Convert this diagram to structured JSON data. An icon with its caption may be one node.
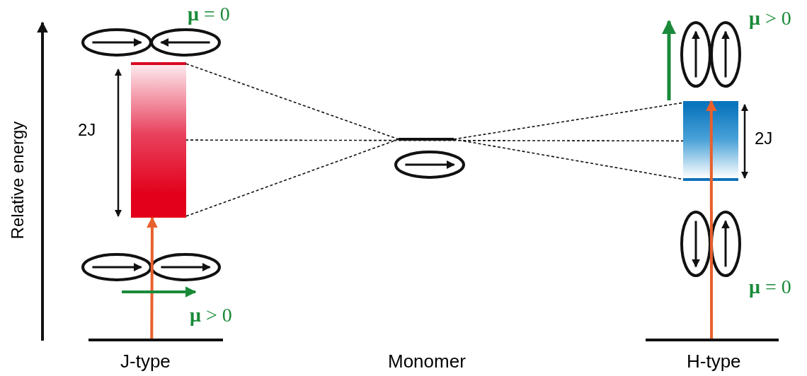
{
  "diagram": {
    "nodes": [
      {
        "text": [],
        "shape": "bar"
      },
      {
        "text": [],
        "shape": "bar"
      },
      {
        "text": [],
        "shape": "bar"
      },
      {
        "text": [],
        "shape": "bar"
      },
      {
        "text": [],
        "shape": "bar"
      }
    ],
    "edges": [
      {
        "from": 0,
        "to": 1,
        "arrow": "to",
        "style": "thick",
        "color": "#e8602c"
      },
      {
        "from": 1,
        "to": 2,
        "arrow": "none",
        "style": "dashed"
      },
      {
        "from": 1,
        "to": 2,
        "arrow": "none",
        "style": "dashed"
      },
      {
        "from": 2,
        "to": 3,
        "arrow": "none",
        "style": "dashed"
      },
      {
        "from": 2,
        "to": 3,
        "arrow": "none",
        "style": "dashed"
      },
      {
        "from": 1,
        "to": 3,
        "arrow": "none",
        "style": "dashed"
      },
      {
        "from": 4,
        "to": 3,
        "arrow": "to",
        "style": "thick",
        "color": "#e8602c"
      }
    ],
    "labels": [
      "Relative energy",
      "**μ** = 0",
      "**μ** > 0",
      "2J",
      "2J",
      "**μ** = 0",
      "**μ** > 0",
      "J-type",
      "Monomer",
      "H-type"
    ]
  }
}
